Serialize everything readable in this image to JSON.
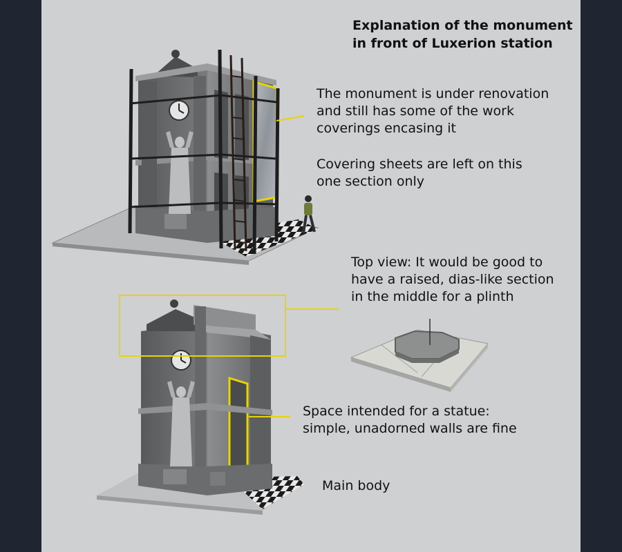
{
  "title": {
    "line1": "Explanation of the monument",
    "line2": "in front of Luxerion station"
  },
  "notes": {
    "renovation": {
      "line1": "The monument is under renovation",
      "line2": "and still has some of the work",
      "line3": "coverings encasing it"
    },
    "covering": {
      "line1": "Covering sheets are left on this",
      "line2": "one section only"
    },
    "top_view": {
      "line1": "Top view: It would be good to",
      "line2": "have a raised, dias-like section",
      "line3": "in the middle for a plinth"
    },
    "statue_space": {
      "line1": "Space intended for a statue:",
      "line2": "simple, unadorned walls are fine"
    },
    "main_body": "Main body"
  },
  "colors": {
    "page_bg": "#cfd0d2",
    "frame": "#1f2531",
    "highlight": "#e8d400",
    "stone": "#6d6e6f",
    "stone_dark": "#3e3f41",
    "stone_light": "#a9aaab"
  },
  "icons": [
    "clock-icon",
    "statue-icon",
    "worker-figure",
    "ladder-icon"
  ]
}
